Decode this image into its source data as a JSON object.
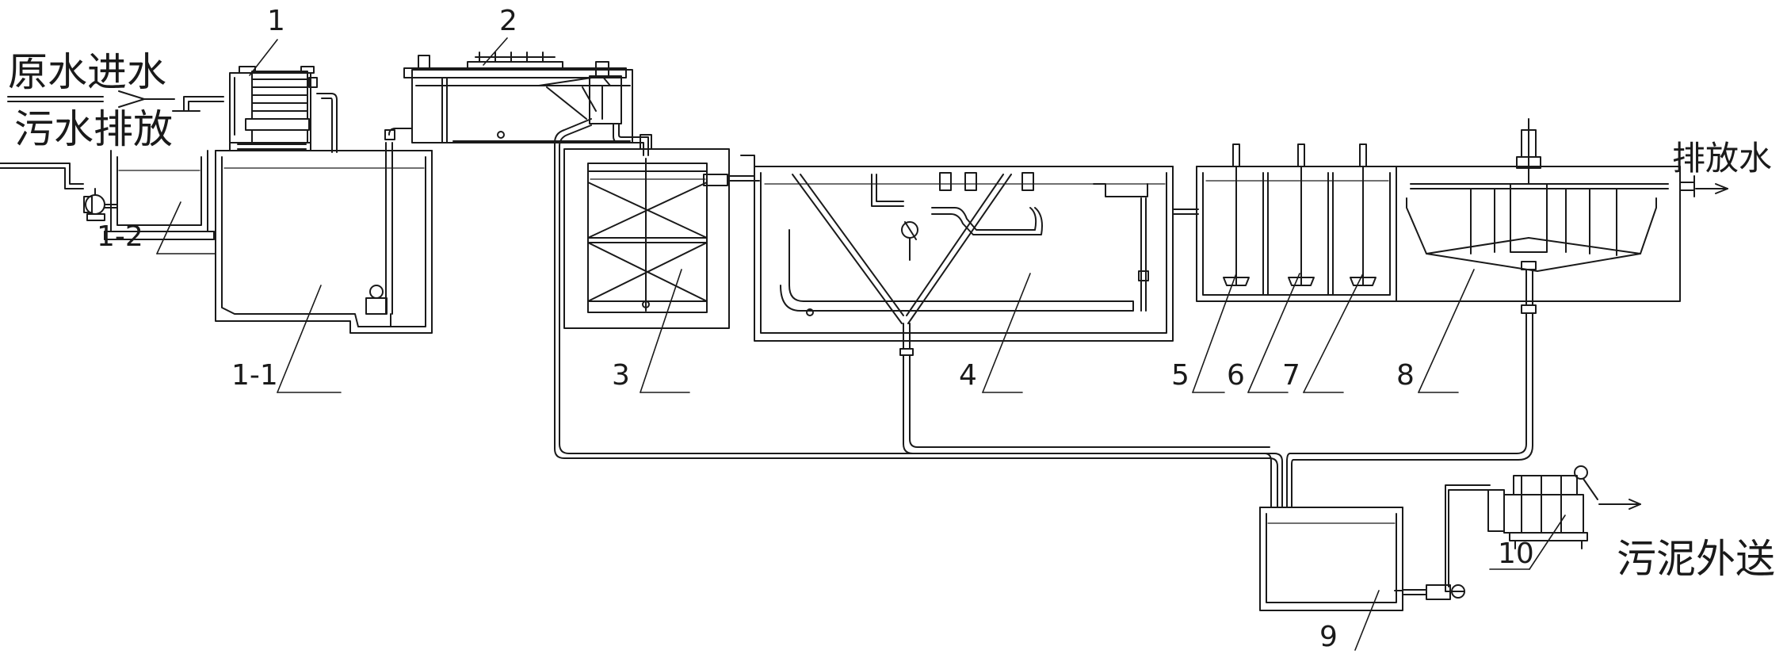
{
  "labels": {
    "inflow": "原水进水",
    "sewage_discharge": "污水排放",
    "discharge_water": "排放水",
    "sludge_out": "污泥外送"
  },
  "numbers": {
    "n1": "1",
    "n2": "2",
    "n3": "3",
    "n4": "4",
    "n5": "5",
    "n6": "6",
    "n7": "7",
    "n8": "8",
    "n9": "9",
    "n10": "10",
    "n1_1": "1-1",
    "n1_2": "1-2"
  },
  "colors": {
    "line": "#1a1a1a",
    "background": "#ffffff"
  }
}
